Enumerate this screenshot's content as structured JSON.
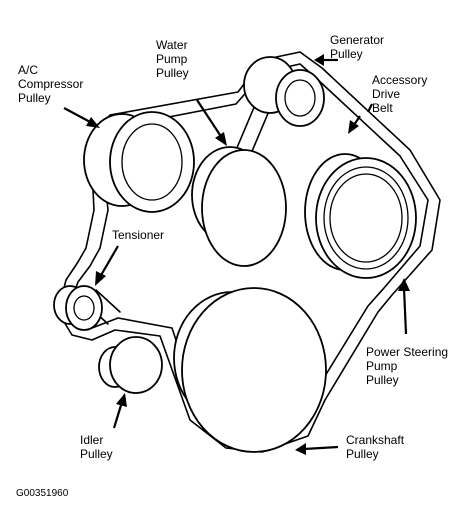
{
  "labels": {
    "ac_compressor": [
      "A/C",
      "Compressor",
      "Pulley"
    ],
    "water_pump": [
      "Water",
      "Pump",
      "Pulley"
    ],
    "generator": [
      "Generator",
      "Pulley"
    ],
    "accessory_belt": [
      "Accessory",
      "Drive",
      "Belt"
    ],
    "tensioner": [
      "Tensioner"
    ],
    "power_steering": [
      "Power Steering",
      "Pump",
      "Pulley"
    ],
    "idler": [
      "Idler",
      "Pulley"
    ],
    "crankshaft": [
      "Crankshaft",
      "Pulley"
    ]
  },
  "figure_code": "G00351960"
}
